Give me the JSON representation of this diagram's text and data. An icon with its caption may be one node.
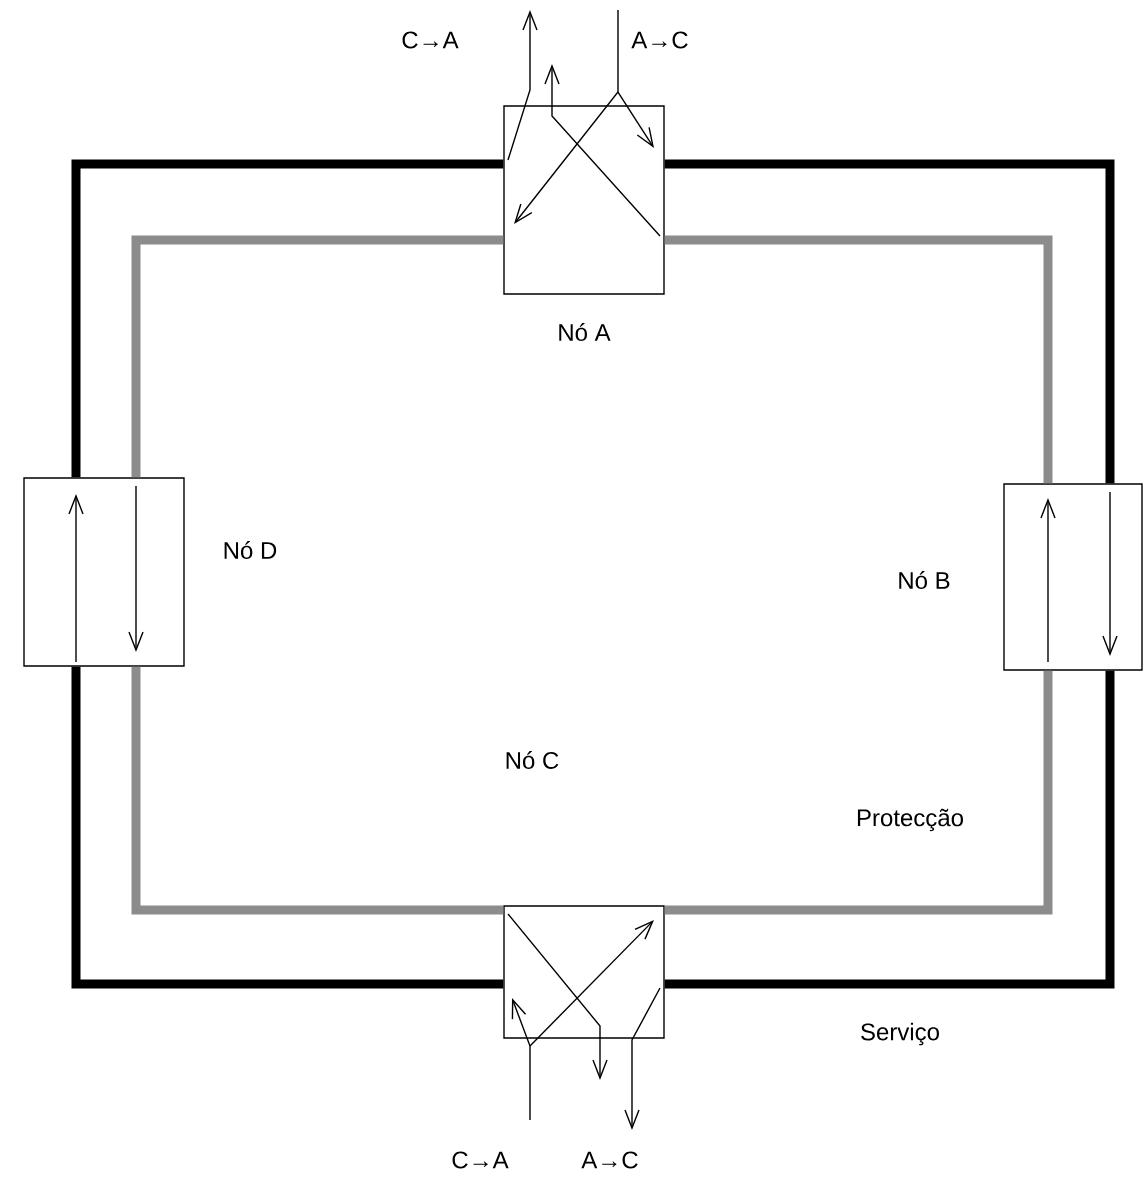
{
  "diagram": {
    "nodes": [
      {
        "text": [
          "Nó A"
        ]
      },
      {
        "text": [
          "Nó B"
        ]
      },
      {
        "text": [],
        "shape": "box"
      },
      {
        "text": [
          "Nó D"
        ]
      }
    ],
    "edges": [
      {
        "from": 0,
        "to": 1,
        "arrow": "none"
      },
      {
        "from": 1,
        "to": 2,
        "arrow": "none"
      },
      {
        "from": 2,
        "to": 3,
        "arrow": "none"
      },
      {
        "from": 3,
        "to": 0,
        "arrow": "none"
      },
      {
        "from": 0,
        "to": 1,
        "arrow": "none",
        "color": "#8c8c8c"
      },
      {
        "from": 1,
        "to": 2,
        "arrow": "none",
        "color": "#8c8c8c"
      },
      {
        "from": 2,
        "to": 3,
        "arrow": "none",
        "color": "#8c8c8c"
      },
      {
        "from": 3,
        "to": 0,
        "arrow": "none",
        "color": "#8c8c8c"
      }
    ],
    "labels": [
      "C→A",
      "A→C",
      "Nó C",
      "Protecção",
      "Serviço",
      "C→A",
      "A→C"
    ]
  }
}
